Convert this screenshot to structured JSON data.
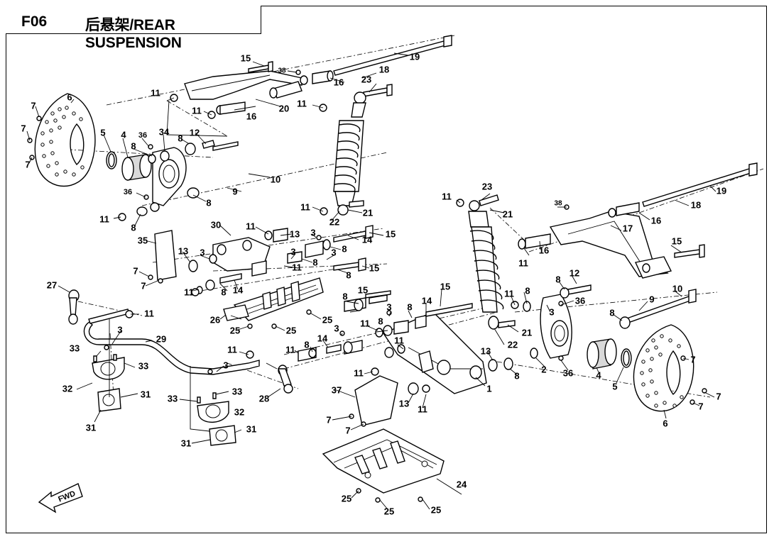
{
  "header": {
    "code": "F06",
    "title": "后悬架/REAR SUSPENSION"
  },
  "direction_label": "FWD",
  "colors": {
    "ink": "#000000",
    "paper": "#ffffff",
    "shade": "#d9d9d9"
  },
  "callouts": [
    "1",
    "2",
    "3",
    "4",
    "5",
    "6",
    "7",
    "8",
    "9",
    "10",
    "11",
    "12",
    "13",
    "14",
    "15",
    "16",
    "17",
    "18",
    "19",
    "20",
    "21",
    "22",
    "23",
    "24",
    "25",
    "26",
    "27",
    "28",
    "29",
    "30",
    "31",
    "32",
    "33",
    "34",
    "35",
    "36",
    "37",
    "38"
  ]
}
